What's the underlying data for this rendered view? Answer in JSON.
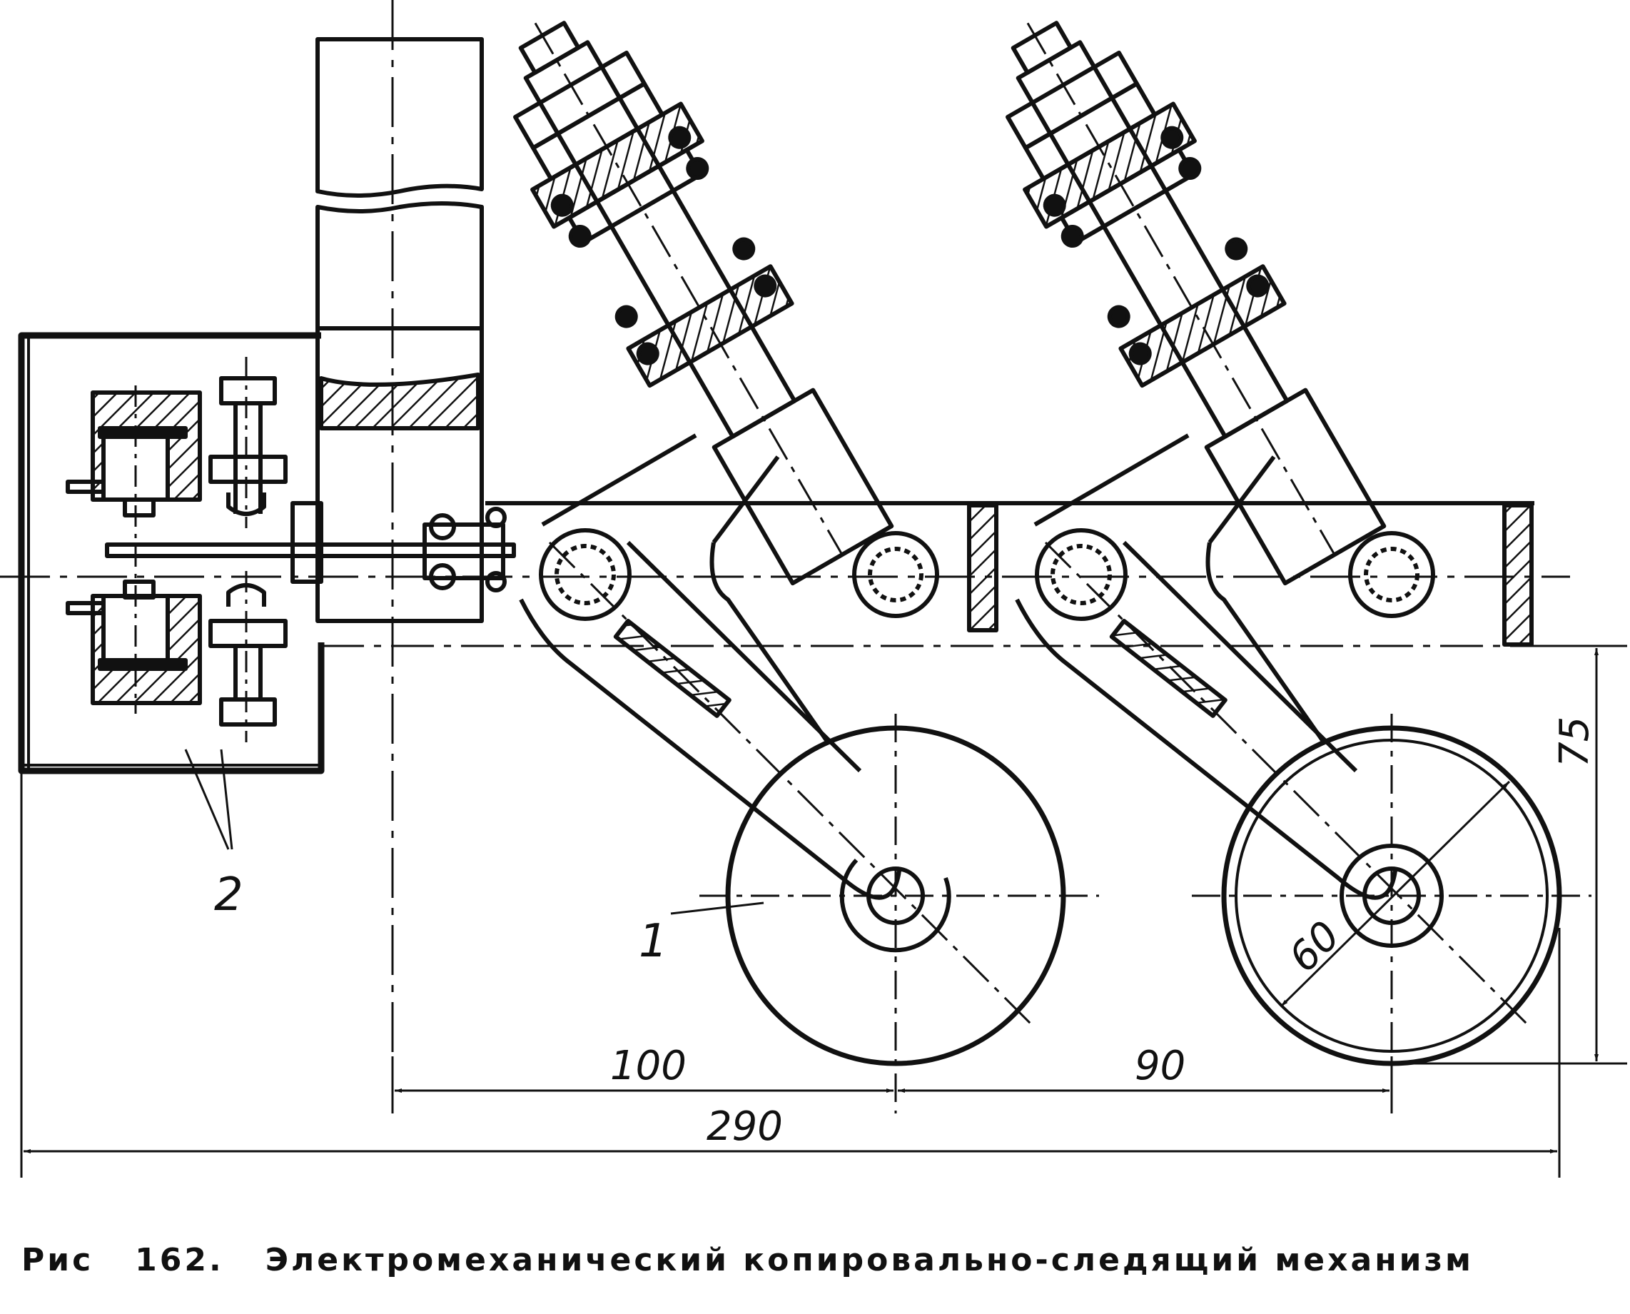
{
  "caption": {
    "prefix": "Рис",
    "number": "162.",
    "text": "Электромеханический копировально-следящий механизм"
  },
  "labels": {
    "part1": "1",
    "part2": "2"
  },
  "dimensions": {
    "d100": "100",
    "d90": "90",
    "d290": "290",
    "d75": "75",
    "d60": "60"
  },
  "colors": {
    "ink": "#111111",
    "paper": "#ffffff"
  }
}
